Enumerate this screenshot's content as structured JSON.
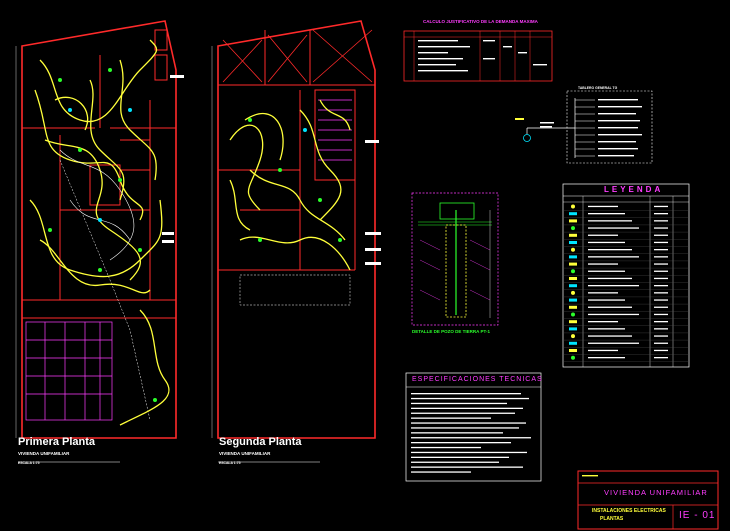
{
  "drawing": {
    "floor1": {
      "title": "Primera Planta",
      "subtitle": "VIVIENDA UNIFAMILIAR",
      "scale": "ESCALA 1:75"
    },
    "floor2": {
      "title": "Segunda Planta",
      "subtitle": "VIVIENDA UNIFAMILIAR",
      "scale": "ESCALA 1:75"
    },
    "max_demand_title": "CALCULO JUSTIFICATIVO DE LA DEMANDA MAXIMA",
    "board_title": "TABLERO GENERAL TG",
    "legend_title": "LEYENDA",
    "ground_title": "DETALLE DE POZO DE TIERRA PT-1",
    "specs_title": "ESPECIFICACIONES TECNICAS",
    "titleblock": {
      "project": "VIVIENDA UNIFAMILIAR",
      "sheet_desc_1": "INSTALACIONES ELECTRICAS",
      "sheet_desc_2": "PLANTAS",
      "sheet_code": "IE - 01"
    },
    "colors": {
      "background": "#000000",
      "walls": "#ff2a2a",
      "circuits": "#ffff3a",
      "hatching": "#ff3dff",
      "ground_detail": "#2bff2b",
      "symbols": "#00e5ff",
      "text": "#ffffff"
    }
  }
}
